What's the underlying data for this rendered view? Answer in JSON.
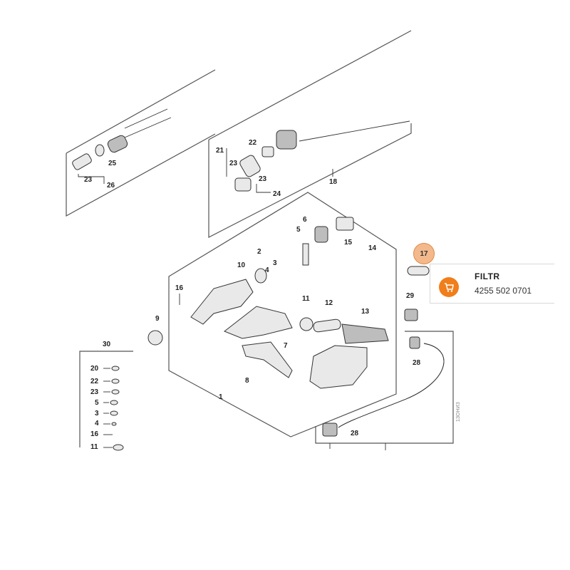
{
  "labels": {
    "l1": "1",
    "l2": "2",
    "l3": "3",
    "l4": "4",
    "l5": "5",
    "l6": "6",
    "l7": "7",
    "l8": "8",
    "l9": "9",
    "l10": "10",
    "l11": "11",
    "l12": "12",
    "l13": "13",
    "l14": "14",
    "l15": "15",
    "l16": "16",
    "l18": "18",
    "l21": "21",
    "l22": "22",
    "l23a": "23",
    "l23b": "23",
    "l23c": "23",
    "l24": "24",
    "l25": "25",
    "l26": "26",
    "l28a": "28",
    "l28b": "28",
    "l29": "29",
    "l30": "30"
  },
  "side_list": [
    "20",
    "22",
    "23",
    "5",
    "3",
    "4",
    "16",
    "11"
  ],
  "hotspot": {
    "label": "17"
  },
  "tooltip": {
    "title": "FILTR",
    "part_number": "4255 502 0701",
    "accent": "#f07e1a"
  },
  "side_code": "1ЗОНИЗ"
}
